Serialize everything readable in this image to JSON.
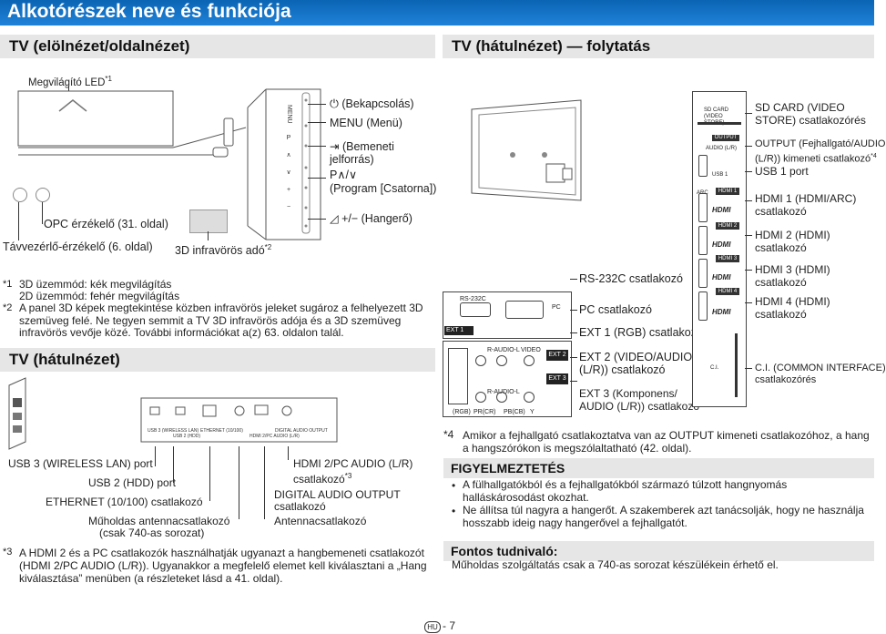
{
  "title": "Alkotórészek neve és funkciója",
  "front": {
    "heading": "TV (elölnézet/oldalnézet)",
    "led": "Megvilágító LED",
    "led_sup": "*1",
    "opc": "OPC érzékelő (31. oldal)",
    "remote": "Távvezérlő-érzékelő (6. oldal)",
    "ir3d": "3D infravörös adó",
    "ir3d_sup": "*2",
    "power": "(Bekapcsolás)",
    "menu": "MENU (Menü)",
    "input": "(Bemeneti jelforrás)",
    "prog_symbol": "P∧/∨",
    "prog": "(Program [Csatorna])",
    "vol": "+/− (Hangerő)",
    "side_labels": [
      "MENU",
      "P",
      "∧",
      "∨",
      "+",
      "−"
    ]
  },
  "notes": {
    "n1_mark": "*1",
    "n1a": "3D üzemmód: kék megvilágítás",
    "n1b": "2D üzemmód: fehér megvilágítás",
    "n2_mark": "*2",
    "n2": "A panel 3D képek megtekintése közben infravörös jeleket sugároz a felhelyezett 3D szemüveg felé. Ne tegyen semmit a TV 3D infravörös adója és a 3D szemüveg infravörös vevője közé. További információkat a(z) 63. oldalon talál."
  },
  "rear": {
    "heading": "TV (hátulnézet)",
    "usb3": "USB 3 (WIRELESS LAN) port",
    "usb2": "USB 2 (HDD) port",
    "eth": "ETHERNET (10/100) csatlakozó",
    "sat": "Műholdas antennacsatlakozó",
    "sat2": "(csak 740-as sorozat)",
    "hdmi2pc": "HDMI 2/PC AUDIO (L/R)",
    "hdmi2pc2": "csatlakozó",
    "hdmi2pc_sup": "*3",
    "digital": "DIGITAL AUDIO OUTPUT",
    "digital2": "csatlakozó",
    "ant": "Antennacsatlakozó",
    "n3_mark": "*3",
    "n3": "A HDMI 2 és a PC csatlakozók használhatják ugyanazt a hangbemeneti csatlakozót (HDMI 2/PC AUDIO (L/R)). Ugyanakkor a megfelelő elemet kell kiválasztani a „Hang kiválasztása” menüben (a részleteket lásd a 41. oldal).",
    "panel_labels": [
      "USB 3 (WIRELESS LAN)",
      "USB 2 (HDD)",
      "ETHERNET (10/100)",
      "HDMI 2/PC AUDIO (L/R)",
      "DIGITAL AUDIO OUTPUT"
    ]
  },
  "rear_cont": {
    "heading": "TV (hátulnézet) — folytatás",
    "rs232": "RS-232C csatlakozó",
    "pc": "PC csatlakozó",
    "ext1": "EXT 1 (RGB) csatlakozó",
    "ext2a": "EXT 2 (VIDEO/AUDIO",
    "ext2b": "(L/R)) csatlakozó",
    "ext3a": "EXT 3 (Komponens/",
    "ext3b": "AUDIO (L/R)) csatlakozó",
    "sd_a": "SD CARD (VIDEO",
    "sd_b": "STORE) csatlakozórés",
    "out_a": "OUTPUT (Fejhallgató/AUDIO",
    "out_b": "(L/R)) kimeneti csatlakozó",
    "out_sup": "*4",
    "usb1": "USB 1 port",
    "h1a": "HDMI 1 (HDMI/ARC)",
    "h2a": "HDMI 2 (HDMI)",
    "h3a": "HDMI 3 (HDMI)",
    "h4a": "HDMI 4 (HDMI)",
    "hb": "csatlakozó",
    "ci_a": "C.I. (COMMON INTERFACE)",
    "ci_b": "csatlakozórés",
    "n4_mark": "*4",
    "n4": "Amikor a fejhallgató csatlakoztatva van az OUTPUT kimeneti csatlakozóhoz, a hang a hangszórókon is megszólaltatható (42. oldal).",
    "panel": {
      "rs": "RS-232C",
      "ext1": "EXT 1",
      "pc": "PC",
      "raudio": "R-AUDIO-L",
      "video": "VIDEO",
      "ext2": "EXT 2",
      "ext3": "EXT 3",
      "rgb": "(RGB)",
      "pr": "PR(CR)",
      "pb": "PB(CB)",
      "y": "Y",
      "sd": "SD CARD (VIDEO STORE)",
      "output": "OUTPUT",
      "audio": "AUDIO (L/R)",
      "usb1": "USB 1",
      "arc": "ARC",
      "hdmi1": "HDMI 1",
      "hdmi2": "HDMI 2",
      "hdmi3": "HDMI 3",
      "hdmi4": "HDMI 4",
      "hdmi_logo": "HDMI",
      "ci": "C.I."
    }
  },
  "warning": {
    "heading": "FIGYELMEZTETÉS",
    "b1": "A fülhallgatókból és a fejhallgatókból származó túlzott hangnyomás halláskárosodást okozhat.",
    "b2": "Ne állítsa túl nagyra a hangerőt. A szakemberek azt tanácsolják, hogy ne használja hosszabb ideig nagy hangerővel a fejhallgatót."
  },
  "info": {
    "heading": "Fontos tudnivaló:",
    "text": "Műholdas szolgáltatás csak a 740-as sorozat készülékein érhető el."
  },
  "page": {
    "lang": "HU",
    "num": "- 7"
  },
  "colors": {
    "title_bar": "#1173c6",
    "section_bar": "#e6e6e6",
    "text": "#222222"
  }
}
